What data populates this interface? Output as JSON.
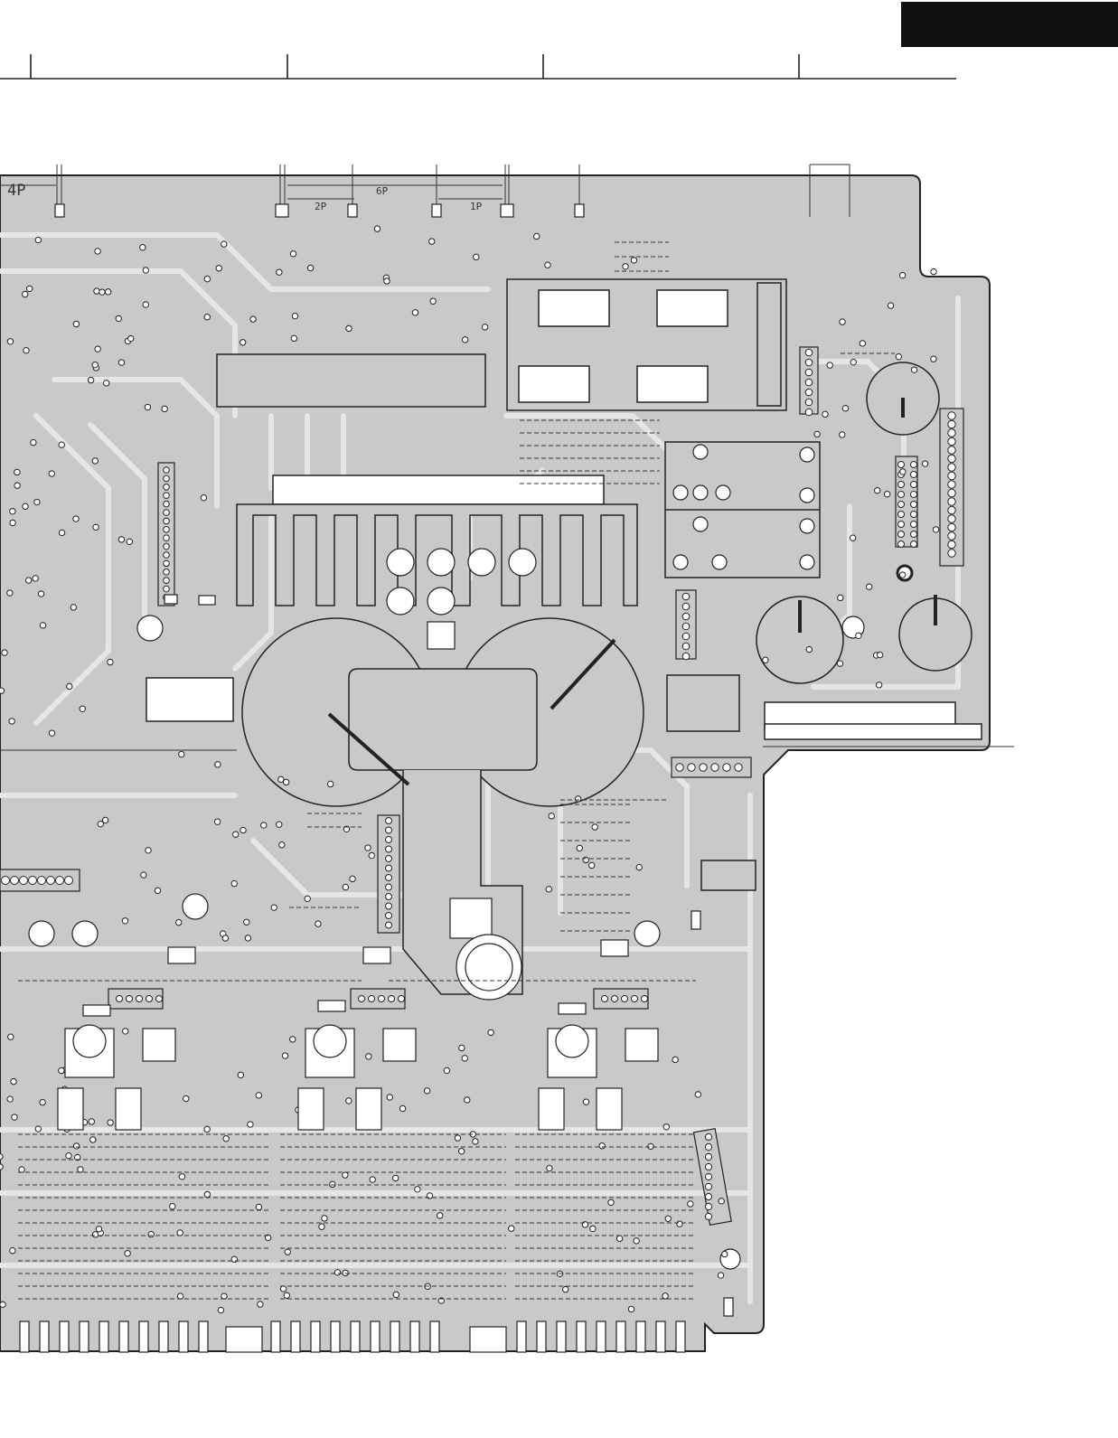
{
  "header": {
    "tab_color": "#111111"
  },
  "board": {
    "colors": {
      "pcb": "#c9c9c9",
      "trace": "#e6e6e6",
      "outline": "#222222",
      "pad": "#ffffff",
      "ink": "#333333"
    },
    "connector_labels": {
      "left": "4P",
      "mid_wide": "6P",
      "mid_small": "2P",
      "right_small": "1P"
    }
  }
}
